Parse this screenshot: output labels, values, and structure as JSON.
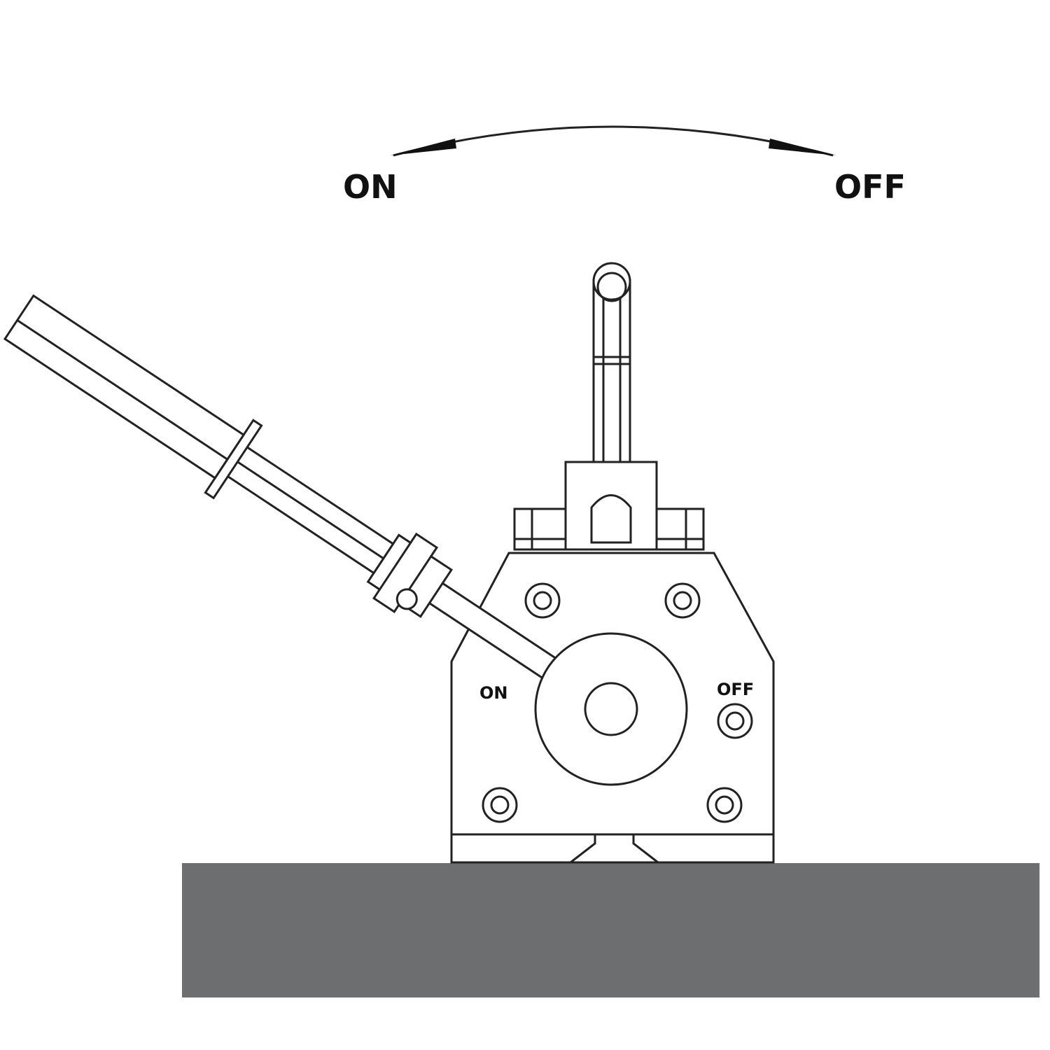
{
  "direction_labels": {
    "on": "ON",
    "off": "OFF"
  },
  "body_labels": {
    "on": "ON",
    "off": "OFF"
  },
  "colors": {
    "base": "#6d6e70",
    "line": "#222222"
  }
}
